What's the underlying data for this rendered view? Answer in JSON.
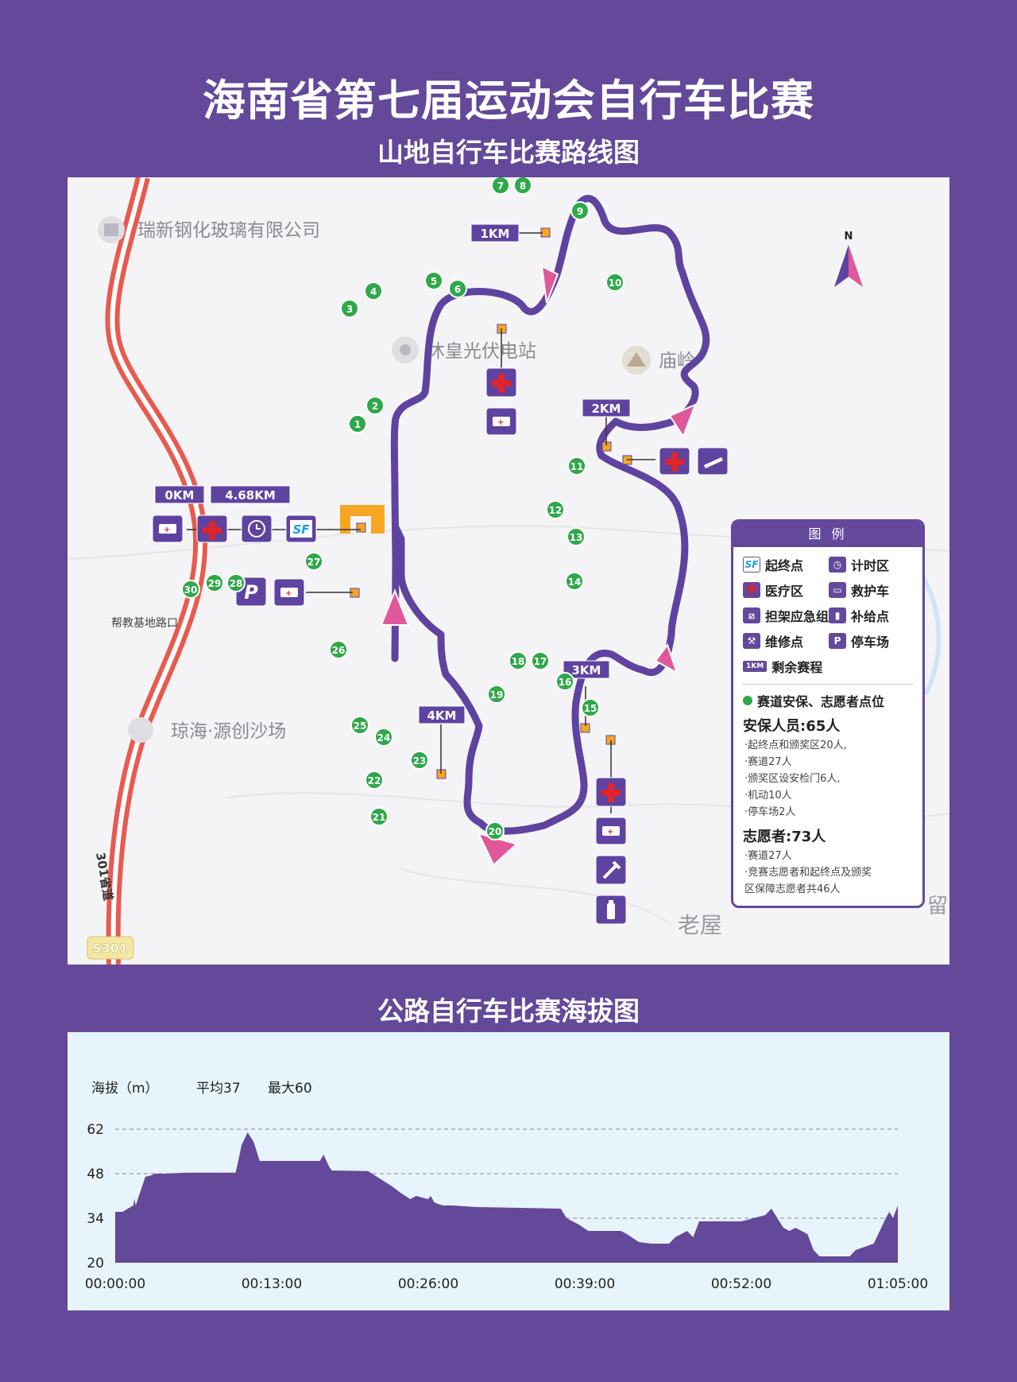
{
  "header": {
    "title": "海南省第七届运动会自行车比赛",
    "subtitle": "山地自行车比赛路线图"
  },
  "map": {
    "places": {
      "factory": "瑞新钢化玻璃有限公司",
      "station": "沐皇光伏电站",
      "temple": "庙岭",
      "sandfield": "琼海·源创沙场",
      "junction": "帮教基地路口",
      "village": "老屋",
      "edge": "留",
      "road": "301省道",
      "road_badge": "S301"
    },
    "km_labels": [
      "0KM",
      "4.68KM",
      "1KM",
      "2KM",
      "3KM",
      "4KM"
    ],
    "points": [
      "1",
      "2",
      "3",
      "4",
      "5",
      "6",
      "7",
      "8",
      "9",
      "10",
      "11",
      "12",
      "13",
      "14",
      "15",
      "16",
      "17",
      "18",
      "19",
      "20",
      "21",
      "22",
      "23",
      "24",
      "25",
      "26",
      "27",
      "28",
      "29",
      "30"
    ],
    "north": "N",
    "icons": {
      "sf": "SF",
      "parking": "P",
      "first_aid": "first-aid-icon",
      "ambulance": "ambulance-icon",
      "timer": "timer-icon",
      "stretcher": "stretcher-icon",
      "repair": "repair-icon",
      "supply": "water-bottle-icon"
    },
    "colors": {
      "route": "#5f43a0",
      "arrow": "#e0589b",
      "marker": "#f5a623",
      "point": "#2fa849",
      "road": "#e85a4f",
      "medical": "#e0242b"
    }
  },
  "legend": {
    "title": "图 例",
    "items": [
      {
        "icon": "SF",
        "label": "起终点"
      },
      {
        "icon": "timer-icon",
        "label": "计时区"
      },
      {
        "icon": "first-aid-icon",
        "label": "医疗区"
      },
      {
        "icon": "ambulance-icon",
        "label": "救护车"
      },
      {
        "icon": "stretcher-icon",
        "label": "担架应急组"
      },
      {
        "icon": "water-bottle-icon",
        "label": "补给点"
      },
      {
        "icon": "repair-icon",
        "label": "维修点"
      },
      {
        "icon": "P",
        "label": "停车场"
      }
    ],
    "km_icon": "1KM",
    "km_label": "剩余赛程",
    "volunteer_point": "赛道安保、志愿者点位",
    "security_title": "安保人员:65人",
    "security_lines": [
      "·起终点和颁奖区20人,",
      "·赛道27人",
      "·颁奖区设安检门6人,",
      "·机动10人",
      "·停车场2人"
    ],
    "volunteer_title": "志愿者:73人",
    "volunteer_lines": [
      "·赛道27人",
      "·竞赛志愿者和起终点及颁奖",
      "区保障志愿者共46人"
    ]
  },
  "elevation": {
    "title": "公路自行车比赛海拔图",
    "ylabel": "海拔（m）",
    "avg": "平均37",
    "max": "最大60",
    "fill_color": "#64489a"
  },
  "chart_data": {
    "type": "area",
    "ylabel": "海拔（m）",
    "ylim": [
      20,
      62
    ],
    "yticks": [
      20,
      34,
      48,
      62
    ],
    "xticks": [
      "00:00:00",
      "00:13:00",
      "00:26:00",
      "00:39:00",
      "00:52:00",
      "01:05:00"
    ],
    "grid": "dashed horizontal",
    "series": [
      {
        "x_minutes": [
          0,
          0.6,
          1.5,
          1.6,
          1.7,
          2.5,
          3.0,
          3.3,
          3.5,
          4.0,
          6,
          10,
          10.1,
          10.5,
          11.0,
          11.5,
          12.0,
          14,
          16,
          17,
          17.3,
          17.8,
          18,
          21,
          23,
          23.7,
          24.5,
          25,
          26,
          26.2,
          26.5,
          26.8,
          27.2,
          28,
          30,
          37,
          37.5,
          38,
          38.5,
          39.3,
          40,
          42,
          42.5,
          43.5,
          44.5,
          46,
          46.5,
          47.5,
          48,
          48.5,
          49.5,
          51,
          52,
          53,
          54,
          54.5,
          55.5,
          56,
          56.5,
          57.5,
          58,
          58.5,
          61,
          61.5,
          63,
          63.5,
          64,
          64.3,
          64.6,
          65
        ],
        "y": [
          36,
          36,
          38,
          40,
          38,
          47,
          47.5,
          48,
          48,
          48,
          48.3,
          48.3,
          50,
          57,
          61,
          58,
          52,
          52,
          52,
          52,
          54,
          50,
          49,
          48.8,
          44,
          42,
          40,
          41,
          40,
          41,
          39,
          38.5,
          38,
          38,
          37.5,
          37,
          34,
          33,
          32,
          30,
          30,
          30,
          29,
          26.5,
          26,
          26,
          28,
          30,
          28,
          33,
          33,
          33,
          33,
          34,
          35,
          37,
          31,
          30,
          31,
          29,
          24,
          22,
          22,
          24,
          26,
          30,
          34,
          36,
          34,
          38
        ]
      }
    ]
  }
}
